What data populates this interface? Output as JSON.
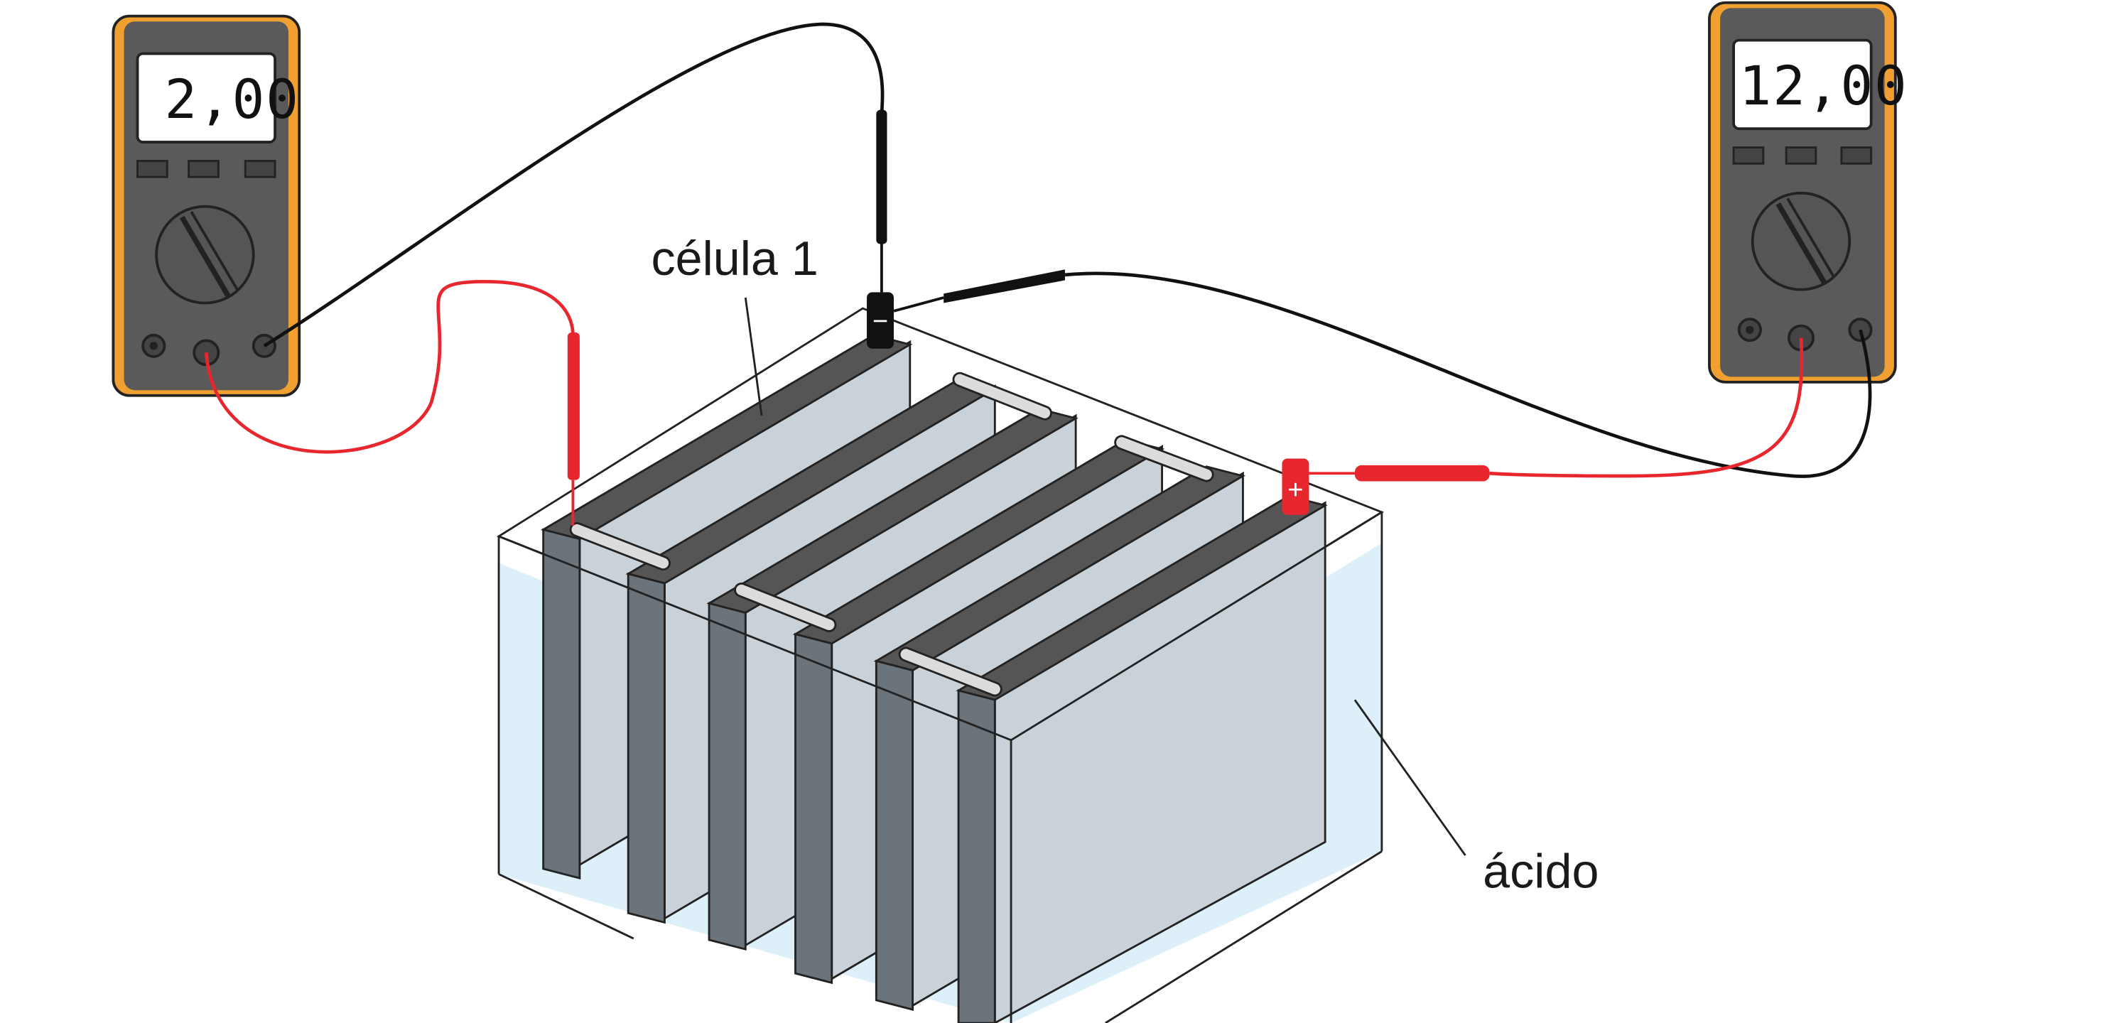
{
  "labels": {
    "cell": "célula 1",
    "acid": "ácido"
  },
  "meters": {
    "left": {
      "reading": "2,00"
    },
    "right": {
      "reading": "12,00"
    }
  },
  "terminals": {
    "negative": "−",
    "positive": "+"
  },
  "colors": {
    "meter_body": "#5a5a5a",
    "meter_trim": "#f0a030",
    "red_lead": "#e8262d",
    "black_lead": "#111111",
    "acid": "#cfeaf7",
    "plate_dark": "#555555",
    "plate_light": "#d6d6d6"
  }
}
